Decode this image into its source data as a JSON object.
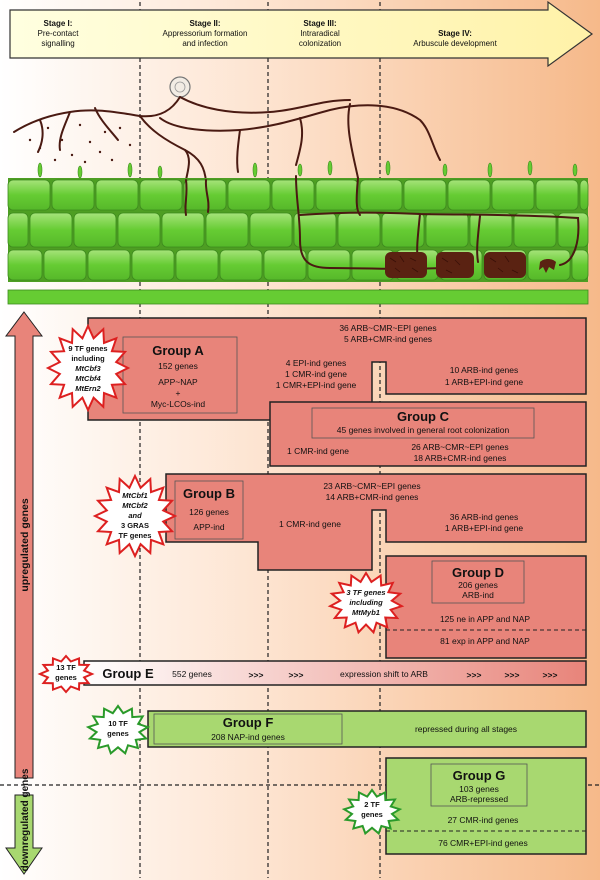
{
  "stages": [
    {
      "title": "Stage I:",
      "desc": [
        "Pre-contact",
        "signalling"
      ]
    },
    {
      "title": "Stage II:",
      "desc": [
        "Appressorium formation",
        "and infection"
      ]
    },
    {
      "title": "Stage III:",
      "desc": [
        "Intraradical",
        "colonization"
      ]
    },
    {
      "title": "Stage IV:",
      "desc": [
        "Arbuscule development"
      ]
    }
  ],
  "axis": {
    "up": "upregulated genes",
    "down": "downregulated genes"
  },
  "groupA": {
    "title": "Group A",
    "count": "152 genes",
    "l1": "APP~NAP",
    "l2": "+",
    "l3": "Myc-LCOs-ind",
    "top1": "36 ARB~CMR~EPI genes",
    "top2": "5 ARB+CMR-ind genes",
    "mid1": "4 EPI-ind genes",
    "mid2": "1 CMR-ind gene",
    "mid3": "1 CMR+EPI-ind gene",
    "right1": "10 ARB-ind genes",
    "right2": "1 ARB+EPI-ind gene",
    "burst": [
      "9 TF genes",
      "including",
      "MtCbf3",
      "MtCbf4",
      "MtErn2"
    ]
  },
  "groupC": {
    "title": "Group C",
    "subtitle": "45 genes involved in general root colonization",
    "left": "1 CMR-ind gene",
    "r1": "26 ARB~CMR~EPI genes",
    "r2": "18 ARB+CMR-ind genes"
  },
  "groupB": {
    "title": "Group B",
    "count": "126 genes",
    "l1": "APP-ind",
    "top1": "23 ARB~CMR~EPI genes",
    "top2": "14 ARB+CMR-ind genes",
    "mid": "1 CMR-ind gene",
    "right1": "36 ARB-ind genes",
    "right2": "1 ARB+EPI-ind gene",
    "burst": [
      "MtCbf1",
      "MtCbf2",
      "and",
      "3 GRAS",
      "TF genes"
    ]
  },
  "groupD": {
    "title": "Group D",
    "count": "206 genes",
    "l1": "ARB-ind",
    "sub1": "125 ne in APP and NAP",
    "sub2": "81 exp in APP and NAP",
    "burst": [
      "3 TF genes",
      "including",
      "MtMyb1"
    ]
  },
  "groupE": {
    "title": "Group E",
    "count": "552 genes",
    "arrows": ">>>",
    "text": "expression shift to ARB",
    "burst": [
      "13 TF",
      "genes"
    ]
  },
  "groupF": {
    "title": "Group F",
    "count": "208 NAP-ind genes",
    "text": "repressed during all stages",
    "burst": [
      "10 TF",
      "genes"
    ]
  },
  "groupG": {
    "title": "Group G",
    "count": "103 genes",
    "l1": "ARB-repressed",
    "sub1": "27 CMR-ind genes",
    "sub2": "76 CMR+EPI-ind genes",
    "burst": [
      "2 TF",
      "genes"
    ]
  },
  "colors": {
    "up_fill": "#e8847a",
    "down_fill": "#a8d870",
    "root_green": "#66cc33",
    "hypha": "#4a1a12",
    "bg_peach": "#f6b98a"
  }
}
